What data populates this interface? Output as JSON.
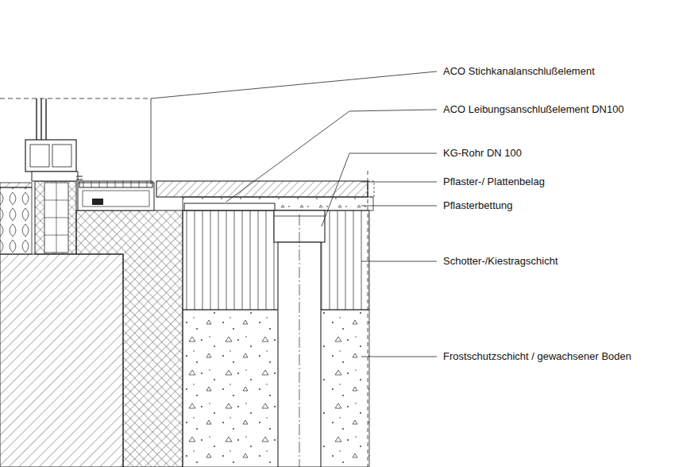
{
  "diagram": {
    "labels": [
      "ACO Stichkanalanschlußelement",
      "ACO Leibungsanschlußelement DN100",
      "KG-Rohr DN 100",
      "Pflaster-/ Plattenbelag",
      "Pflasterbettung",
      "Schotter-/Kiestragschicht",
      "Frostschutzschicht / gewachsener Boden"
    ]
  }
}
